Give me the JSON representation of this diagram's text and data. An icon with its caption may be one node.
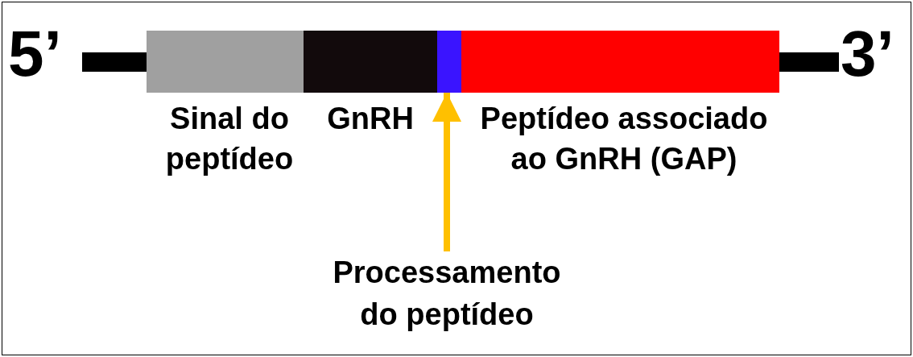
{
  "diagram": {
    "nodes": [
      {
        "text": [],
        "shape": "line"
      },
      {
        "text": [],
        "shape": "bar",
        "beside": [
          "Sinal do peptídeo"
        ]
      },
      {
        "text": [],
        "shape": "bar",
        "beside": [
          "GnRH"
        ]
      },
      {
        "text": [],
        "shape": "bar"
      },
      {
        "text": [],
        "shape": "bar",
        "beside": [
          "Peptídeo associado ao GnRH (GAP)"
        ]
      },
      {
        "text": [],
        "shape": "line"
      },
      {
        "text": [
          "Processamento do peptídeo"
        ]
      }
    ],
    "edges": [
      {
        "from": 6,
        "to": 3,
        "arrow": "to",
        "color": "#ffc000"
      }
    ],
    "labels": [
      "5’",
      "3’"
    ]
  }
}
